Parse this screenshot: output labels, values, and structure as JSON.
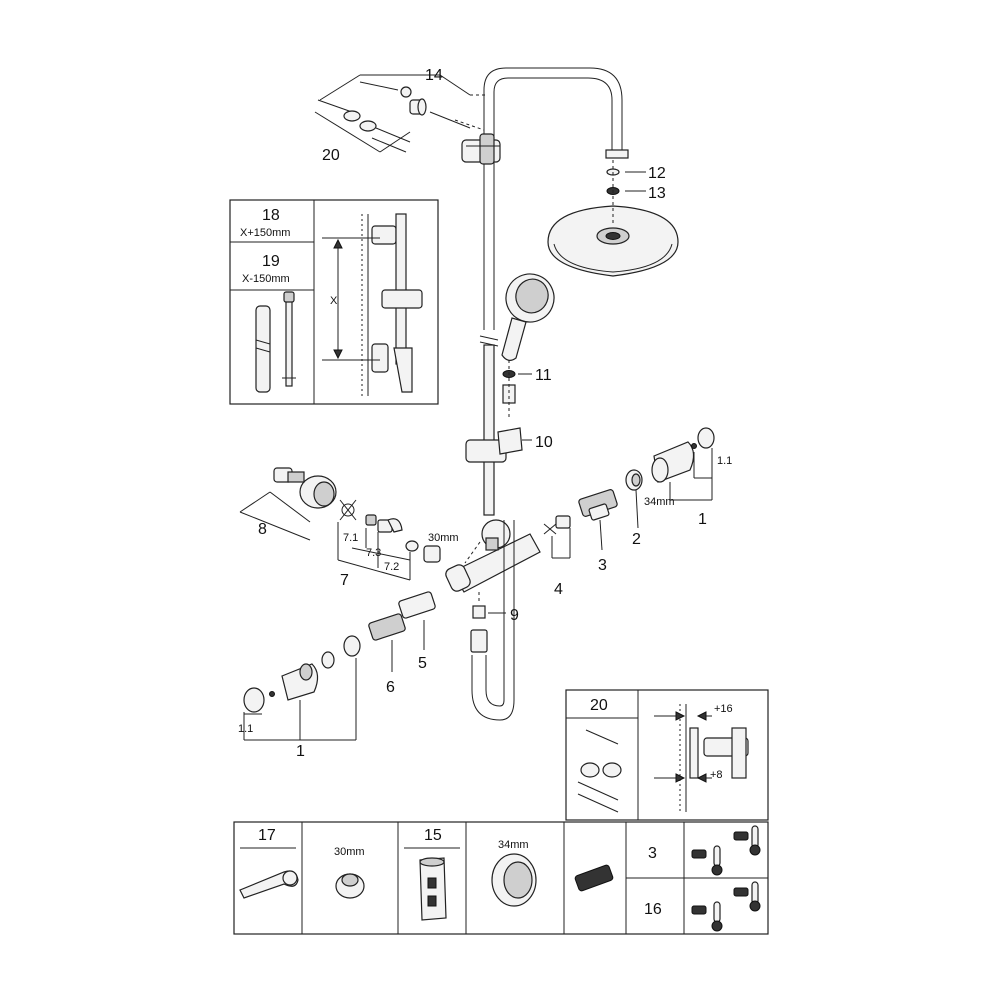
{
  "part_numbers": {
    "p14": "14",
    "p20": "20",
    "p12": "12",
    "p13": "13",
    "p11": "11",
    "p10": "10",
    "p8": "8",
    "p7": "7",
    "p7_1": "7.1",
    "p7_2": "7.2",
    "p7_3": "7.3",
    "p4": "4",
    "p3": "3",
    "p2": "2",
    "p1_right": "1",
    "p1_1_right": "1.1",
    "p9": "9",
    "p5": "5",
    "p6": "6",
    "p1_left": "1",
    "p1_1_left": "1.1"
  },
  "dimensions": {
    "nut_left": "30mm",
    "ring_right": "34mm"
  },
  "height_inset": {
    "opt18_num": "18",
    "opt18_text": "X+150mm",
    "opt19_num": "19",
    "opt19_text": "X-150mm",
    "x_label": "X"
  },
  "wall_inset": {
    "num": "20",
    "offset_top": "+16",
    "offset_bottom": "+8"
  },
  "tools": {
    "t17": "17",
    "nut_size": "30mm",
    "t15": "15",
    "ring_size": "34mm",
    "c3": "3",
    "c16": "16"
  }
}
